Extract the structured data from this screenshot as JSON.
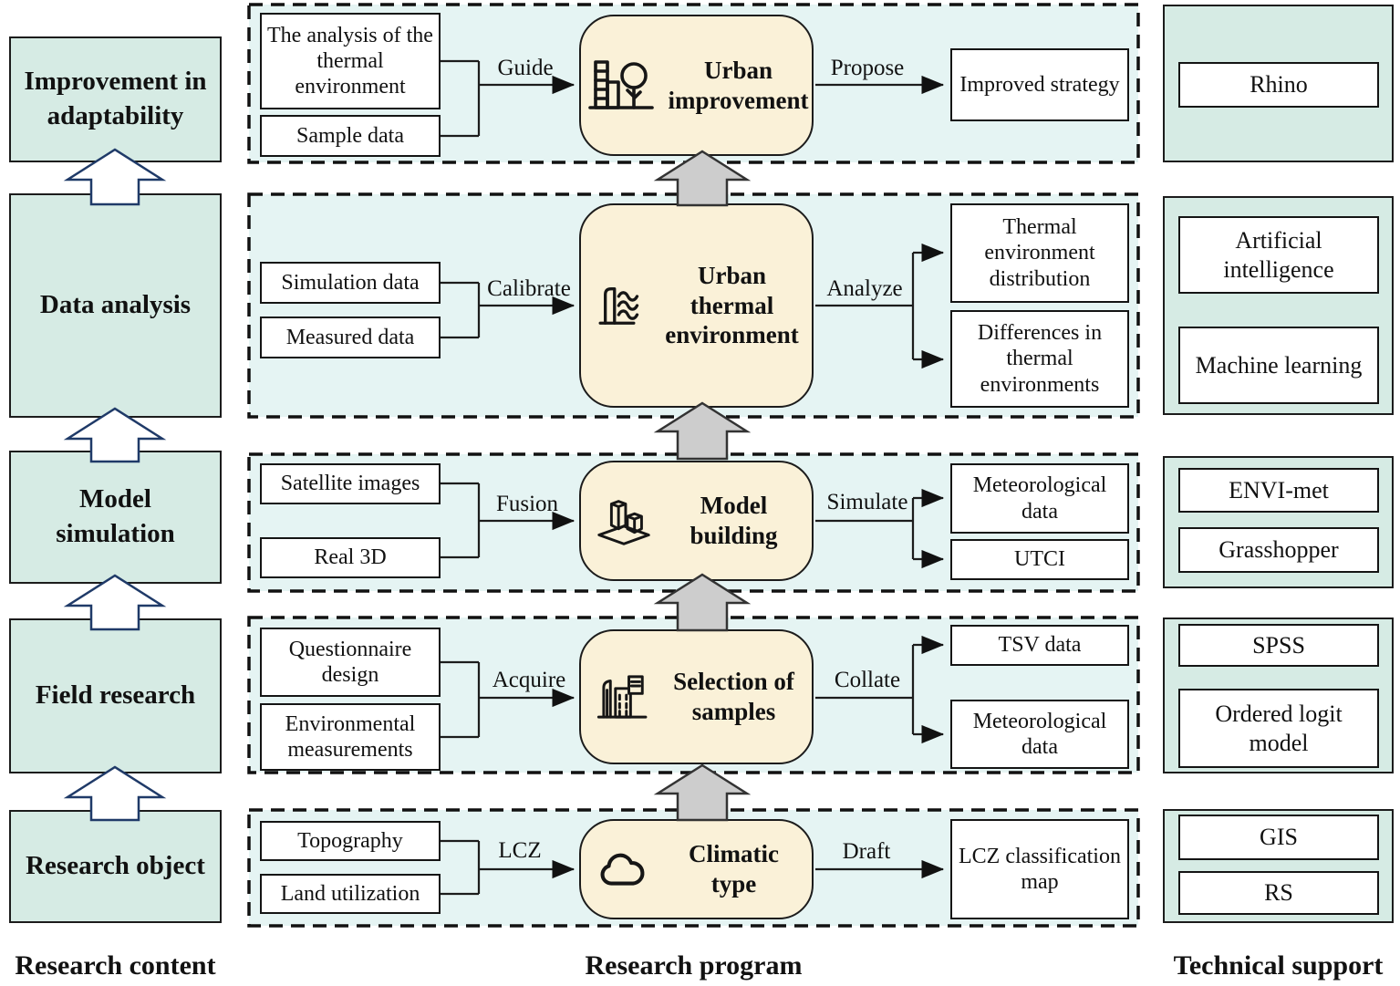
{
  "colors": {
    "stage_fill": "#d6ebe4",
    "program_row_fill": "#e5f4f3",
    "process_fill": "#faf1d8",
    "gray_arrow": "#cdcdcd",
    "white_arrow_outline": "#1f3a68",
    "line": "#111111"
  },
  "footer": {
    "left": "Research content",
    "center": "Research program",
    "right": "Technical support"
  },
  "content_stages": [
    {
      "label": "Improvement in adaptability"
    },
    {
      "label": "Data analysis"
    },
    {
      "label": "Model simulation"
    },
    {
      "label": "Field research"
    },
    {
      "label": "Research object"
    }
  ],
  "program_rows": [
    {
      "inputs": [
        "The analysis of the thermal environment",
        "Sample data"
      ],
      "in_label": "Guide",
      "center": "Urban improvement",
      "icon": "buildings-and-tree-icon",
      "out_label": "Propose",
      "outputs": [
        "Improved strategy"
      ]
    },
    {
      "inputs": [
        "Simulation data",
        "Measured data"
      ],
      "in_label": "Calibrate",
      "center": "Urban thermal environment",
      "icon": "building-heat-waves-icon",
      "out_label": "Analyze",
      "outputs": [
        "Thermal environment distribution",
        "Differences in thermal environments"
      ]
    },
    {
      "inputs": [
        "Satellite images",
        "Real 3D"
      ],
      "in_label": "Fusion",
      "center": "Model building",
      "icon": "isometric-blocks-icon",
      "out_label": "Simulate",
      "outputs": [
        "Meteorological data",
        "UTCI"
      ]
    },
    {
      "inputs": [
        "Questionnaire design",
        "Environmental measurements"
      ],
      "in_label": "Acquire",
      "center": "Selection of samples",
      "icon": "city-buildings-icon",
      "out_label": "Collate",
      "outputs": [
        "TSV data",
        "Meteorological data"
      ]
    },
    {
      "inputs": [
        "Topography",
        "Land utilization"
      ],
      "in_label": "LCZ",
      "center": "Climatic type",
      "icon": "cloud-icon",
      "out_label": "Draft",
      "outputs": [
        "LCZ classification map"
      ]
    }
  ],
  "technical_support": [
    {
      "tools": [
        "Rhino"
      ]
    },
    {
      "tools": [
        "Artificial intelligence",
        "Machine learning"
      ]
    },
    {
      "tools": [
        "ENVI-met",
        "Grasshopper"
      ]
    },
    {
      "tools": [
        "SPSS",
        "Ordered logit model"
      ]
    },
    {
      "tools": [
        "GIS",
        "RS"
      ]
    }
  ]
}
